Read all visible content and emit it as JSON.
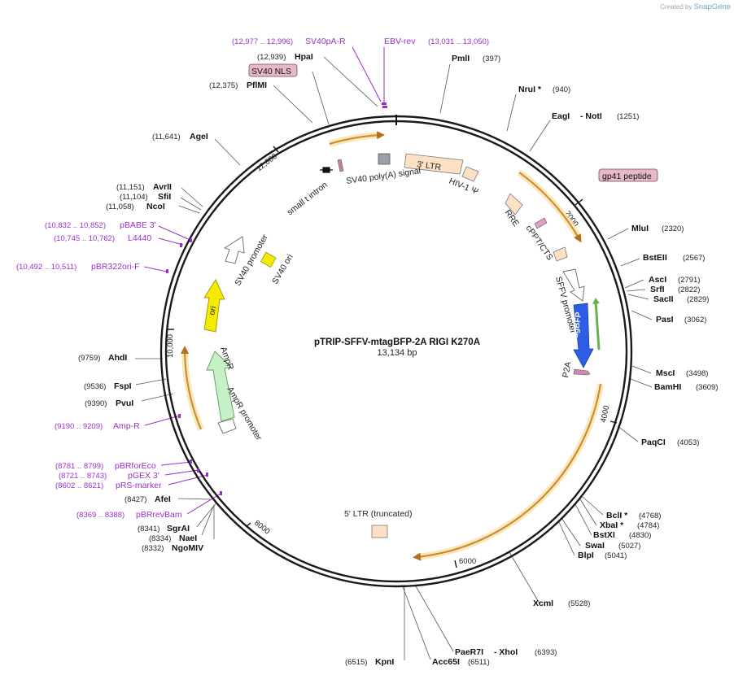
{
  "credit": {
    "prefix": "Created by",
    "brand": "SnapGene"
  },
  "plasmid": {
    "name": "pTRIP-SFFV-mtagBFP-2A RIGI K270A",
    "size_label": "13,134 bp",
    "length": 13134
  },
  "ticks": [
    "2000",
    "4000",
    "6000",
    "8000",
    "10,000",
    "12,000"
  ],
  "enzymes": [
    {
      "name": "PmlI",
      "pos": "(397)"
    },
    {
      "name": "NruI *",
      "pos": "(940)"
    },
    {
      "name": "EagI",
      "name2": "- NotI",
      "pos": "(1251)"
    },
    {
      "name": "MluI",
      "pos": "(2320)"
    },
    {
      "name": "BstEII",
      "pos": "(2567)"
    },
    {
      "name": "AscI",
      "pos": "(2791)"
    },
    {
      "name": "SrfI",
      "pos": "(2822)"
    },
    {
      "name": "SacII",
      "pos": "(2829)"
    },
    {
      "name": "PasI",
      "pos": "(3062)"
    },
    {
      "name": "MscI",
      "pos": "(3498)"
    },
    {
      "name": "BamHI",
      "pos": "(3609)"
    },
    {
      "name": "PaqCI",
      "pos": "(4053)"
    },
    {
      "name": "BclI *",
      "pos": "(4768)"
    },
    {
      "name": "XbaI *",
      "pos": "(4784)"
    },
    {
      "name": "BstXI",
      "pos": "(4830)"
    },
    {
      "name": "SwaI",
      "pos": "(5027)"
    },
    {
      "name": "BlpI",
      "pos": "(5041)"
    },
    {
      "name": "XcmI",
      "pos": "(5528)"
    },
    {
      "name": "PaeR7I",
      "name2": "- XhoI",
      "pos": "(6393)"
    },
    {
      "name": "KpnI",
      "pos": "(6515)"
    },
    {
      "name": "Acc65I",
      "pos": "(6511)"
    },
    {
      "name": "NgoMIV",
      "pos": "(8332)"
    },
    {
      "name": "NaeI",
      "pos": "(8334)"
    },
    {
      "name": "SgrAI",
      "pos": "(8341)"
    },
    {
      "name": "AfeI",
      "pos": "(8427)"
    },
    {
      "name": "PvuI",
      "pos": "(9390)"
    },
    {
      "name": "FspI",
      "pos": "(9536)"
    },
    {
      "name": "AhdI",
      "pos": "(9759)"
    },
    {
      "name": "NcoI",
      "pos": "(11,058)"
    },
    {
      "name": "SfiI",
      "pos": "(11,104)"
    },
    {
      "name": "AvrII",
      "pos": "(11,151)"
    },
    {
      "name": "AgeI",
      "pos": "(11,641)"
    },
    {
      "name": "PflMI",
      "pos": "(12,375)"
    },
    {
      "name": "HpaI",
      "pos": "(12,939)"
    }
  ],
  "primers": [
    {
      "name": "SV40pA-R",
      "pos": "(12,977 .. 12,996)"
    },
    {
      "name": "EBV-rev",
      "pos": "(13,031 .. 13,050)"
    },
    {
      "name": "pBABE 3'",
      "pos": "(10,832 .. 10,852)"
    },
    {
      "name": "L4440",
      "pos": "(10,745 .. 10,762)"
    },
    {
      "name": "pBR322ori-F",
      "pos": "(10,492 .. 10,511)"
    },
    {
      "name": "Amp-R",
      "pos": "(9190 .. 9209)"
    },
    {
      "name": "pBRforEco",
      "pos": "(8781 .. 8799)"
    },
    {
      "name": "pGEX 3'",
      "pos": "(8721 .. 8743)"
    },
    {
      "name": "pRS-marker",
      "pos": "(8602 .. 8621)"
    },
    {
      "name": "pBRrevBam",
      "pos": "(8369 .. 8388)"
    }
  ],
  "features": {
    "sv40_nls": "SV40 NLS",
    "gp41": "gp41 peptide",
    "ltr3": "3' LTR",
    "hiv_psi": "HIV-1 Ψ",
    "rre": "RRE",
    "cppt": "cPPT/CTS",
    "sffv": "SFFV promoter",
    "tagbfp": "TagBFP",
    "p2a": "P2A",
    "ltr5": "5' LTR (truncated)",
    "ampr": "AmpR",
    "ampr_promoter": "AmpR promoter",
    "ori": "ori",
    "sv40_promoter": "SV40 promoter",
    "sv40_ori": "SV40 ori",
    "small_t": "small t intron",
    "sv40_polya": "SV40 poly(A) signal"
  },
  "colors": {
    "backbone": "#1a1a1a",
    "primer": "#9b30c9",
    "orf_orange": "#c8882d",
    "orf_glow": "#fbe6b8",
    "ltr_fill": "#fde1c4",
    "tagbfp": "#2e5ee6",
    "ori": "#f5ea00",
    "ampr": "#c6f1c6",
    "pink": "#e7b8c8",
    "gray_box": "#9aa0a6"
  }
}
